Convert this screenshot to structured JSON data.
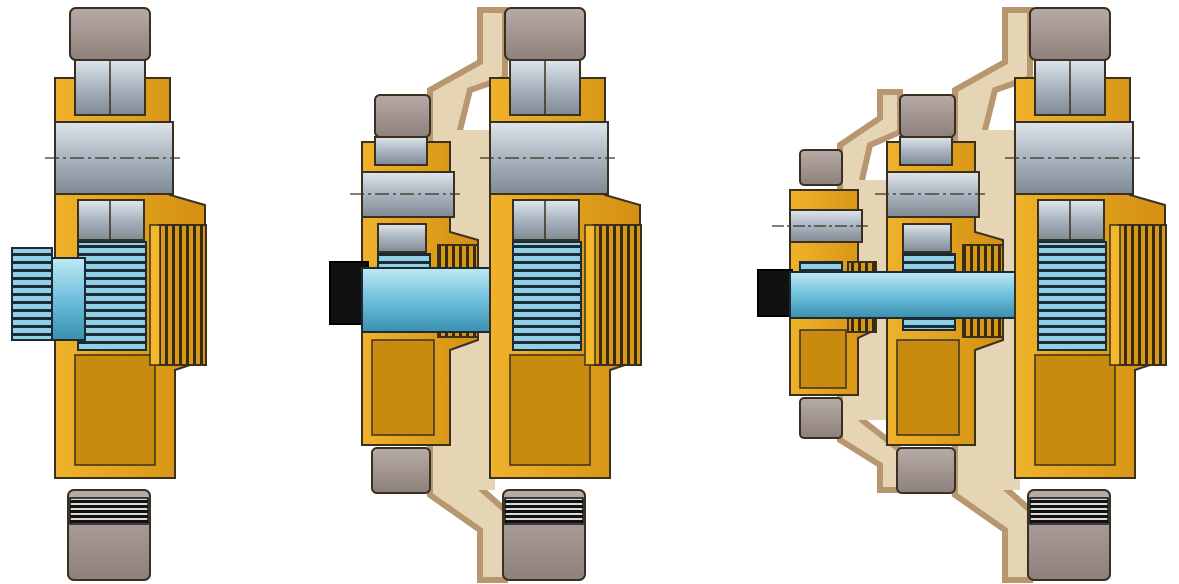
{
  "figure": {
    "kind": "planetary gear hub cross-section sequence",
    "stage_count": 3,
    "stages": [
      {
        "id": "stage-1",
        "planetary_sets": 1
      },
      {
        "id": "stage-2",
        "planetary_sets": 2
      },
      {
        "id": "stage-3",
        "planetary_sets": 3
      }
    ]
  },
  "colors": {
    "background": "#ffffff",
    "carrier": "#e6a11c",
    "carrier_dark": "#a86d08",
    "housing": "#e6d5b4",
    "housing_edge": "#b89770",
    "planet_pin": "#aeb8c4",
    "bearing": "#97a3ad",
    "rim_block": "#a39692",
    "sun_shaft": "#7cc8e0",
    "gear_teeth": "#2a3640",
    "ring_gear": "#c88a16",
    "outline": "#3a3020"
  }
}
